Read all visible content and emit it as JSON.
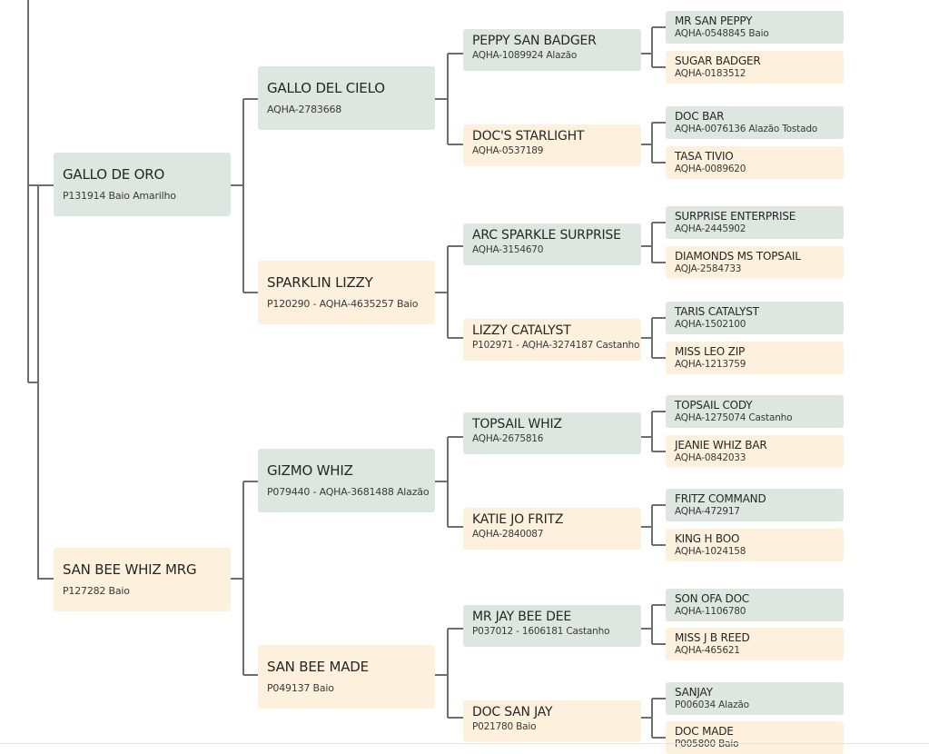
{
  "pedigree": {
    "sire": {
      "name": "GALLO DE ORO",
      "reg": "P131914 Baio Amarilho",
      "sex": "male",
      "sire": {
        "name": "GALLO DEL CIELO",
        "reg": "AQHA-2783668",
        "sex": "male",
        "sire": {
          "name": "PEPPY SAN BADGER",
          "reg": "AQHA-1089924 Alazão",
          "sex": "male",
          "sire": {
            "name": "MR SAN PEPPY",
            "reg": "AQHA-0548845 Baio",
            "sex": "male"
          },
          "dam": {
            "name": "SUGAR BADGER",
            "reg": "AQHA-0183512",
            "sex": "female"
          }
        },
        "dam": {
          "name": "DOC'S STARLIGHT",
          "reg": "AQHA-0537189",
          "sex": "female",
          "sire": {
            "name": "DOC BAR",
            "reg": "AQHA-0076136 Alazão Tostado",
            "sex": "male"
          },
          "dam": {
            "name": "TASA TIVIO",
            "reg": "AQHA-0089620",
            "sex": "female"
          }
        }
      },
      "dam": {
        "name": "SPARKLIN LIZZY",
        "reg": "P120290 - AQHA-4635257 Baio",
        "sex": "female",
        "sire": {
          "name": "ARC SPARKLE SURPRISE",
          "reg": "AQHA-3154670",
          "sex": "male",
          "sire": {
            "name": "SURPRISE ENTERPRISE",
            "reg": "AQHA-2445902",
            "sex": "male"
          },
          "dam": {
            "name": "DIAMONDS MS TOPSAIL",
            "reg": "AQJA-2584733",
            "sex": "female"
          }
        },
        "dam": {
          "name": "LIZZY CATALYST",
          "reg": "P102971 - AQHA-3274187 Castanho",
          "sex": "female",
          "sire": {
            "name": "TARIS CATALYST",
            "reg": "AQHA-1502100",
            "sex": "male"
          },
          "dam": {
            "name": "MISS LEO ZIP",
            "reg": "AQHA-1213759",
            "sex": "female"
          }
        }
      }
    },
    "dam": {
      "name": "SAN BEE WHIZ MRG",
      "reg": "P127282 Baio",
      "sex": "female",
      "sire": {
        "name": "GIZMO WHIZ",
        "reg": "P079440 - AQHA-3681488 Alazão",
        "sex": "male",
        "sire": {
          "name": "TOPSAIL WHIZ",
          "reg": "AQHA-2675816",
          "sex": "male",
          "sire": {
            "name": "TOPSAIL CODY",
            "reg": "AQHA-1275074 Castanho",
            "sex": "male"
          },
          "dam": {
            "name": "JEANIE WHIZ BAR",
            "reg": "AQHA-0842033",
            "sex": "female"
          }
        },
        "dam": {
          "name": "KATIE JO FRITZ",
          "reg": "AQHA-2840087",
          "sex": "female",
          "sire": {
            "name": "FRITZ COMMAND",
            "reg": "AQHA-472917",
            "sex": "male"
          },
          "dam": {
            "name": "KING H BOO",
            "reg": "AQHA-1024158",
            "sex": "female"
          }
        }
      },
      "dam": {
        "name": "SAN BEE MADE",
        "reg": "P049137 Baio",
        "sex": "female",
        "sire": {
          "name": "MR JAY BEE DEE",
          "reg": "P037012 - 1606181 Castanho",
          "sex": "male",
          "sire": {
            "name": "SON OFA DOC",
            "reg": "AQHA-1106780",
            "sex": "male"
          },
          "dam": {
            "name": "MISS J B REED",
            "reg": "AQHA-465621",
            "sex": "female"
          }
        },
        "dam": {
          "name": "DOC SAN JAY",
          "reg": "P021780 Baio",
          "sex": "female",
          "sire": {
            "name": "SANJAY",
            "reg": "P006034 Alazão",
            "sex": "male"
          },
          "dam": {
            "name": "DOC MADE",
            "reg": "P005800 Baio",
            "sex": "female"
          }
        }
      }
    }
  },
  "colors": {
    "male_card": "#dee6e1",
    "female_card": "#fdf0dc",
    "connector": "#6e6e6e"
  }
}
